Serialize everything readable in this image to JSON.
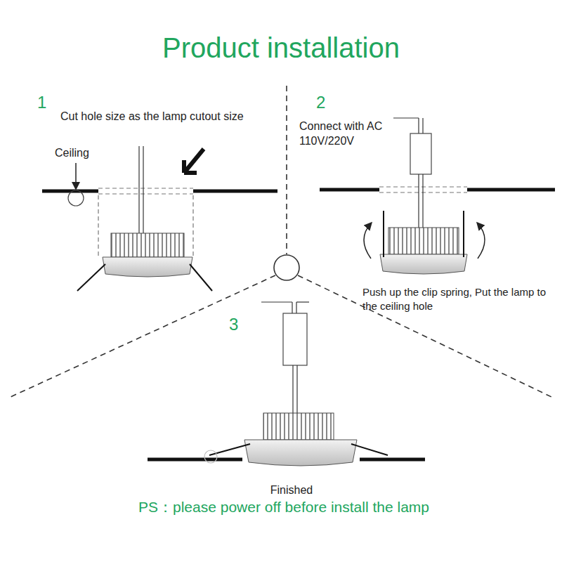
{
  "diagram": {
    "title": "Product installation",
    "labels": [
      "1",
      "Cut hole size as the lamp cutout size",
      "Ceiling",
      "2",
      "Connect with AC 110V/220V",
      "Push up the clip spring, Put the lamp to the ceiling hole",
      "3",
      "Finished",
      "PS：please power off before install the lamp"
    ]
  }
}
